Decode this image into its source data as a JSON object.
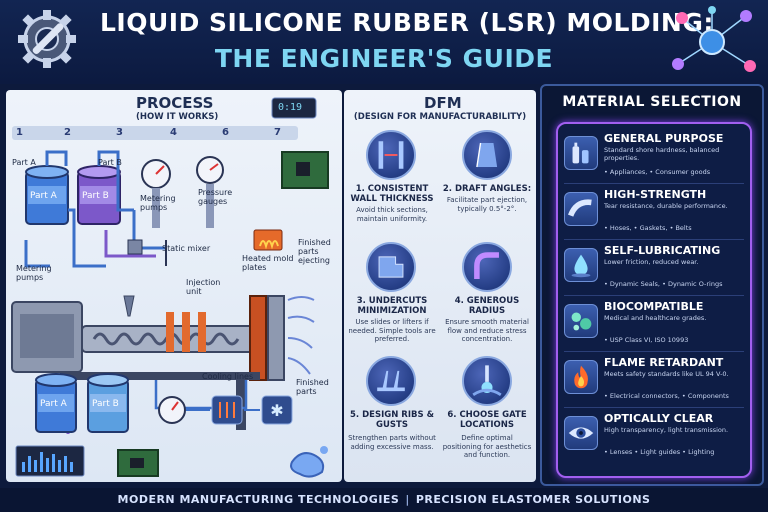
{
  "header": {
    "title_line1": "LIQUID SILICONE RUBBER (LSR) MOLDING:",
    "title_line2": "THE ENGINEER'S GUIDE",
    "left_icon": "gear-wrench-icon",
    "right_icon": "molecule-icon"
  },
  "process": {
    "title": "PROCESS",
    "subtitle": "(HOW IT WORKS)",
    "steps": [
      "1",
      "2",
      "3",
      "4",
      "6",
      "7"
    ],
    "display_readout": "0:19",
    "labels": {
      "part_a": "Part A",
      "part_b": "Part B",
      "drum_a": "Part A",
      "drum_b": "Part B",
      "metering_pumps_top": "Metering pumps",
      "pressure_gauges": "Pressure gauges",
      "static_mixer": "Static mixer",
      "heated_mold_plates": "Heated mold plates",
      "finished_ejecting": "Finished parts ejecting",
      "metering_pumps_left": "Metering pumps",
      "injection_unit": "Injection unit",
      "cooling_lines": "Cooling lines",
      "finished_parts": "Finished parts",
      "drum_bottom_a": "Part A",
      "drum_bottom_b": "Part B"
    }
  },
  "dfm": {
    "title": "DFM",
    "subtitle": "(DESIGN FOR MANUFACTURABILITY)",
    "items": [
      {
        "heading": "1. CONSISTENT WALL THICKNESS",
        "desc": "Avoid thick sections, maintain uniformity.",
        "icon": "wall-thickness-icon"
      },
      {
        "heading": "2. DRAFT ANGLES:",
        "desc": "Facilitate part ejection, typically 0.5°-2°.",
        "icon": "draft-angle-icon"
      },
      {
        "heading": "3. UNDERCUTS MINIMIZATION",
        "desc": "Use slides or lifters if needed. Simple tools are preferred.",
        "icon": "undercut-icon"
      },
      {
        "heading": "4. GENEROUS RADIUS",
        "desc": "Ensure smooth material flow and reduce stress concentration.",
        "icon": "radius-icon"
      },
      {
        "heading": "5. DESIGN RIBS & GUSTS",
        "desc": "Strengthen parts without adding excessive mass.",
        "icon": "ribs-icon"
      },
      {
        "heading": "6. CHOOSE GATE LOCATIONS",
        "desc": "Define optimal positioning for aesthetics and function.",
        "icon": "gate-location-icon"
      }
    ]
  },
  "material": {
    "title": "MATERIAL SELECTION",
    "items": [
      {
        "name": "GENERAL PURPOSE",
        "desc": "Standard shore hardness, balanced properties.",
        "apps": "• Appliances, • Consumer goods",
        "icon": "bottles-icon"
      },
      {
        "name": "HIGH-STRENGTH",
        "desc": "Tear resistance, durable performance.",
        "apps": "• Hoses, • Gaskets, • Belts",
        "icon": "hose-icon"
      },
      {
        "name": "SELF-LUBRICATING",
        "desc": "Lower friction, reduced wear.",
        "apps": "• Dynamic Seals, • Dynamic O-rings",
        "icon": "droplet-icon"
      },
      {
        "name": "BIOCOMPATIBLE",
        "desc": "Medical and healthcare grades.",
        "apps": "• USP Class VI, ISO 10993",
        "icon": "cells-icon"
      },
      {
        "name": "FLAME RETARDANT",
        "desc": "Meets safety standards like UL 94 V-0.",
        "apps": "• Electrical connectors, • Components",
        "icon": "flame-icon"
      },
      {
        "name": "OPTICALLY CLEAR",
        "desc": "High transparency, light transmission.",
        "apps": "• Lenses • Light guides • Lighting",
        "icon": "eye-icon"
      }
    ]
  },
  "footer": {
    "left": "MODERN MANUFACTURING TECHNOLOGIES",
    "separator": "|",
    "right": "PRECISION ELASTOMER SOLUTIONS"
  }
}
